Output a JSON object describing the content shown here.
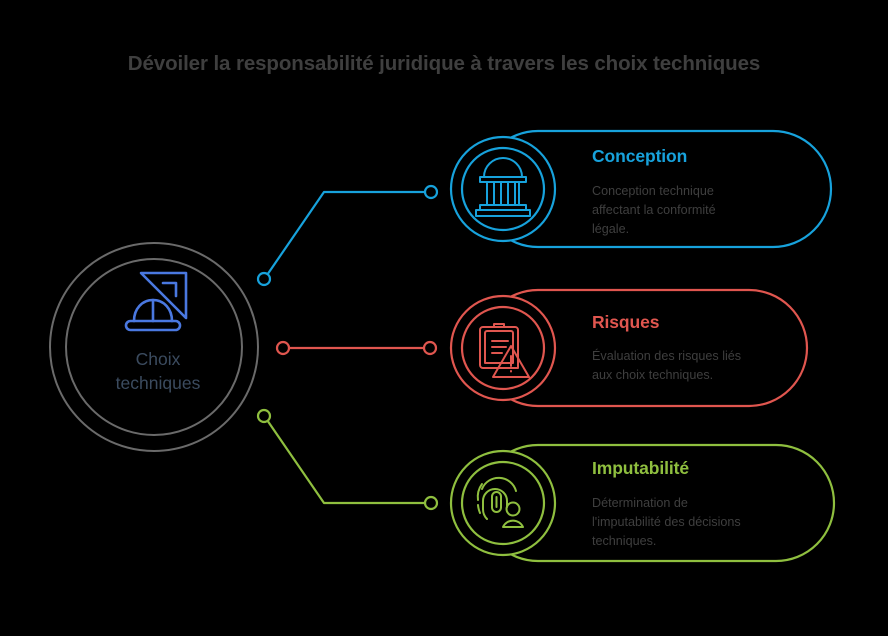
{
  "page": {
    "title": "Dévoiler la responsabilité juridique à travers les choix techniques",
    "background_color": "#000000",
    "title_color": "#3f3f3f",
    "body_text_color": "#3f3f3f"
  },
  "hub": {
    "label_line_1": "Choix",
    "label_line_2": "techniques",
    "label_color": "#3b4b5f",
    "ring_color": "#6a6a6a",
    "icon_color": "#4a78e0",
    "icon_name": "hard-hat-set-square-icon"
  },
  "cards": [
    {
      "id": "conception",
      "heading": "Conception",
      "body": "Conception technique\naffectant la conformité\nlégale.",
      "color": "#17a2dc",
      "icon_name": "classical-building-icon"
    },
    {
      "id": "risques",
      "heading": "Risques",
      "body": "Évaluation des risques liés\naux choix techniques.",
      "color": "#e0564f",
      "icon_name": "clipboard-warning-icon"
    },
    {
      "id": "imputabilite",
      "heading": "Imputabilité",
      "body": "Détermination de\nl'imputabilité des décisions\ntechniques.",
      "color": "#8fbf3f",
      "icon_name": "fingerprint-person-icon"
    }
  ],
  "connectors": [
    {
      "id": "connector-conception",
      "color": "#17a2dc",
      "shape": "elbow-up"
    },
    {
      "id": "connector-risques",
      "color": "#e0564f",
      "shape": "straight"
    },
    {
      "id": "connector-imputabilite",
      "color": "#8fbf3f",
      "shape": "elbow-down"
    }
  ]
}
